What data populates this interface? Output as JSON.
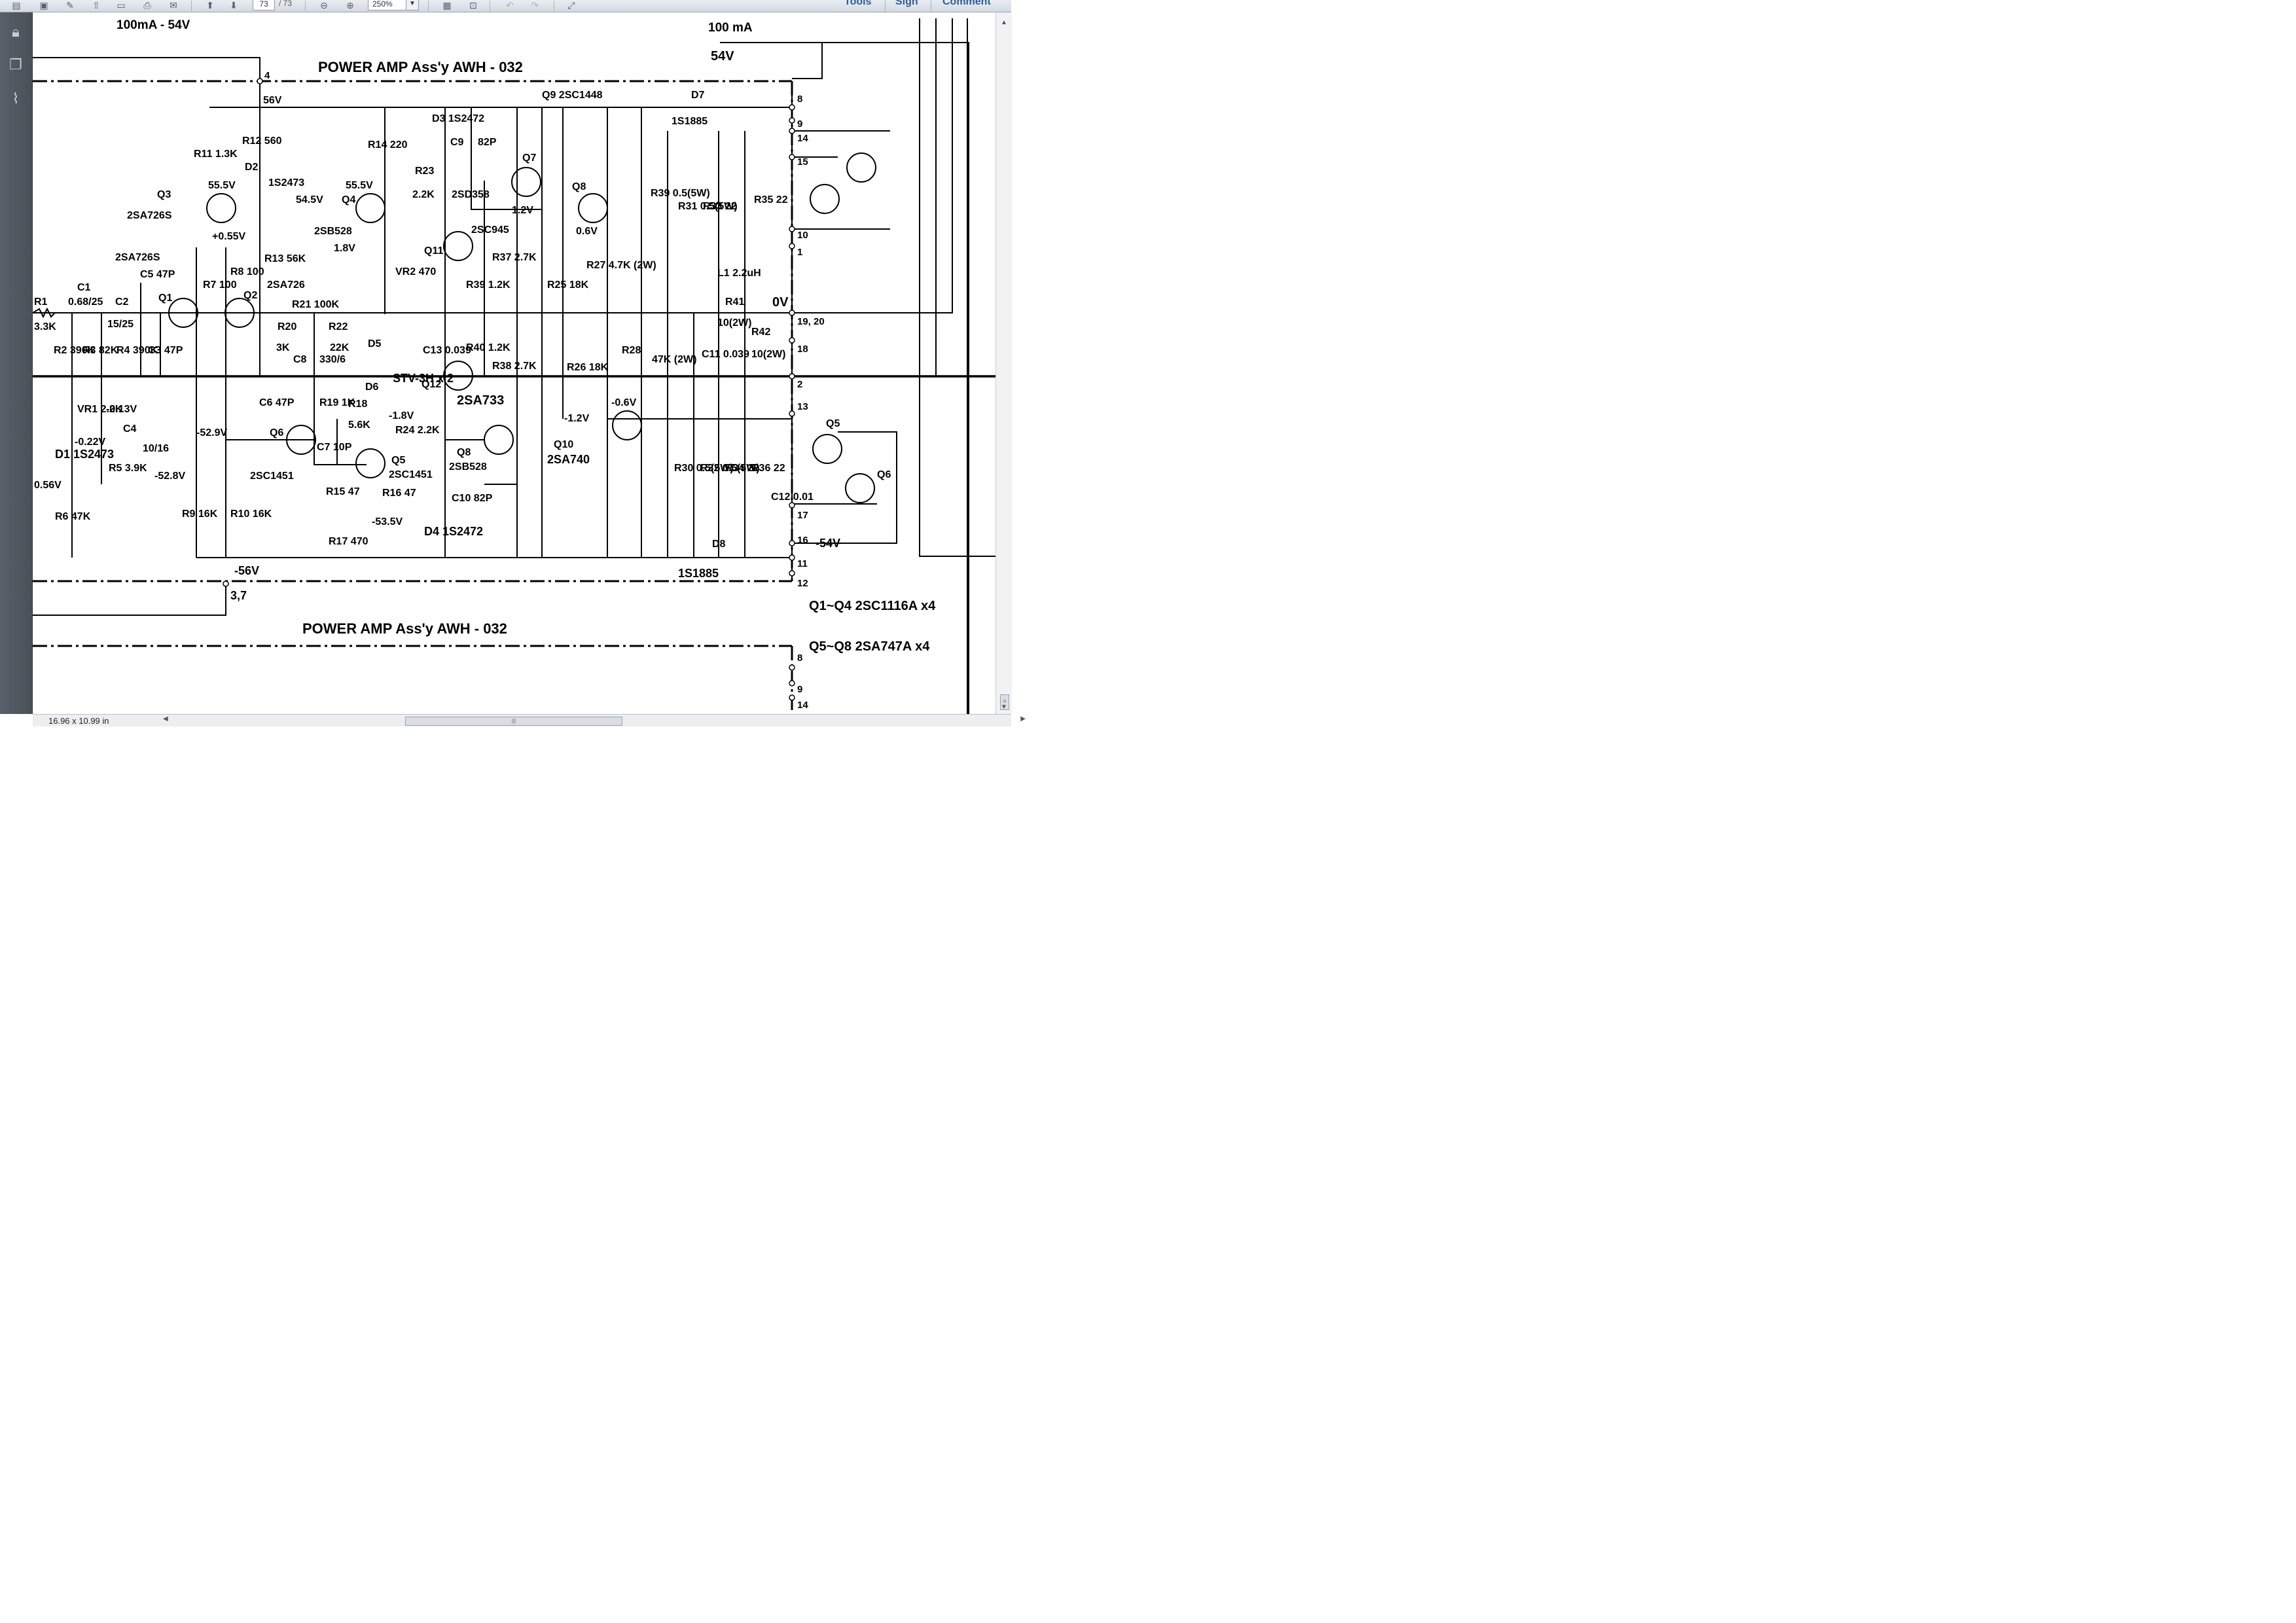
{
  "toolbar": {
    "page_current": "73",
    "page_total": "/ 73",
    "zoom": "250%",
    "tools": "Tools",
    "sign": "Sign",
    "comment": "Comment",
    "icons": [
      "create-icon",
      "open-icon",
      "edit-icon",
      "upload-icon",
      "save-icon",
      "print-icon",
      "email-icon",
      "prev-page-icon",
      "next-page-icon",
      "zoom-out-icon",
      "zoom-in-icon",
      "select-icon",
      "fit-icon",
      "undo-icon",
      "redo-icon",
      "expand-icon"
    ]
  },
  "sidebar": {
    "icons": [
      "lock-icon",
      "pages-icon",
      "attachment-icon"
    ]
  },
  "status": {
    "page_size": "16.96 x 10.99 in"
  },
  "schematic": {
    "title_top": "POWER  AMP  Ass'y   AWH - 032",
    "title_bottom": "POWER  AMP  Ass'y   AWH - 032",
    "supply_top_left": "100mA - 54V",
    "supply_top_right_current": "100 mA",
    "supply_top_right_voltage": "54V",
    "note_q1_q4": "Q1~Q4  2SC1116A x4",
    "note_q5_q8": "Q5~Q8  2SA747A x4",
    "labels": [
      "56V",
      "Q9 2SC1448",
      "D7",
      "1S1885",
      "D3 1S2472",
      "C9",
      "82P",
      "Q7",
      "2SD358",
      "Q3",
      "2SA726S",
      "55.5V",
      "D2",
      "1S2473",
      "R11 1.3K",
      "R12 560",
      "R14 220",
      "55.5V",
      "54.5V",
      "Q4",
      "2SB528",
      "1.8V",
      "R23",
      "2.2K",
      "1.2V",
      "Q8",
      "0.6V",
      "+0.55V",
      "R13 56K",
      "2SC945",
      "Q11",
      "R37 2.7K",
      "2SA726S",
      "C5 47P",
      "Q1",
      "Q2",
      "R7 100",
      "R8 100",
      "2SA726",
      "C1",
      "0.68/25",
      "C2",
      "15/25",
      "R21 100K",
      "R20",
      "R22",
      "3K",
      "22K",
      "VR2 470",
      "R39 1.2K",
      "R25 18K",
      "R27 4.7K (2W)",
      "R39 0.5(5W)",
      "R31 0.5(5W)",
      "R33 22",
      "R35 22",
      "L1 2.2uH",
      "R41",
      "10(2W)",
      "R42",
      "10(2W)",
      "C11 0.039",
      "0V",
      "R1",
      "3.3K",
      "R2 390K",
      "R3 82K",
      "R4 390K",
      "C3 47P",
      "C8",
      "330/6",
      "D5",
      "D6",
      "STV-3H x 2",
      "C13 0.039",
      "Q12",
      "R40 1.2K",
      "R38 2.7K",
      "2SA733",
      "R26 18K",
      "R28",
      "47K (2W)",
      "D1 1S2473",
      "VR1 2.2K",
      "-0.13V",
      "-0.22V",
      "C4",
      "10/16",
      "R5 3.9K",
      "-52.9V",
      "C6 47P",
      "R19 1K",
      "R18",
      "5.6K",
      "-1.8V",
      "R24 2.2K",
      "-1.2V",
      "-0.6V",
      "Q6",
      "C7 10P",
      "Q5",
      "2SC1451",
      "Q8",
      "2SB528",
      "Q10",
      "2SA740",
      "2SC1451",
      "0.56V",
      "-52.8V",
      "R15 47",
      "R16 47",
      "C10 82P",
      "-53.5V",
      "D4 1S2472",
      "R6 47K",
      "R9 16K",
      "R10 16K",
      "R17 470",
      "R30 0.5(5W)",
      "R32 0.5(5W)",
      "R34 22",
      "R36 22",
      "C12 0.01",
      "D8",
      "1S1885",
      "-54V",
      "-56V",
      "3,7",
      "Q5",
      "Q6"
    ],
    "terminals": [
      "4",
      "8",
      "9",
      "14",
      "15",
      "10",
      "1",
      "19, 20",
      "18",
      "2",
      "13",
      "17",
      "16",
      "11",
      "12",
      "8",
      "9",
      "14"
    ]
  }
}
